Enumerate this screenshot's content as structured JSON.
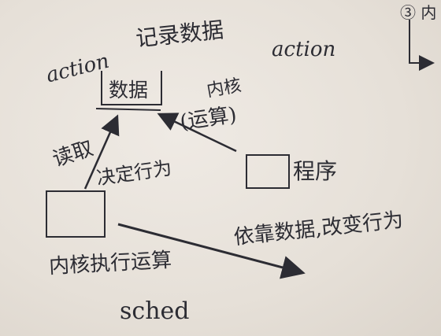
{
  "labels": {
    "title": "记录数据",
    "action_left": "action",
    "action_right": "action",
    "data": "数据",
    "kernel_ops": "内核",
    "kernel_ops_paren": "(运算)",
    "read": "读取",
    "decide": "决定行为",
    "program": "程序",
    "depend": "依靠数据,改变行为",
    "kernel_exec": "内核执行运算",
    "sched": "sched",
    "corner": "③ 内"
  }
}
